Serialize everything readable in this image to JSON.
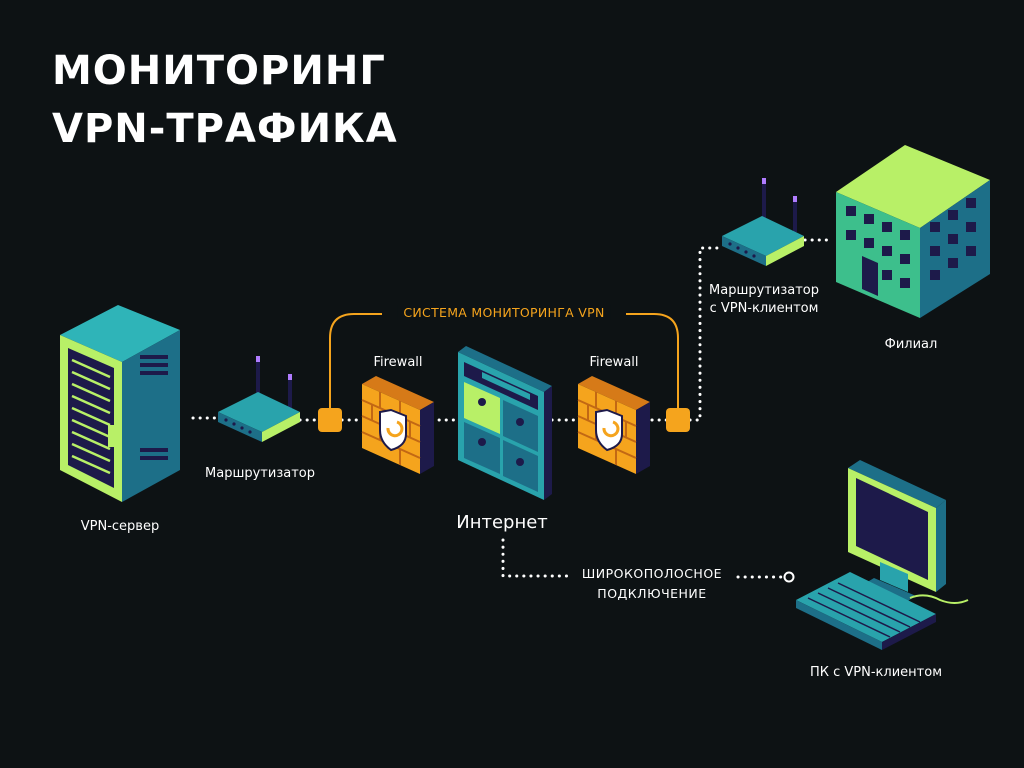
{
  "title": {
    "line1": "МОНИТОРИНГ",
    "line2": "VPN-ТРАФИКА"
  },
  "nodes": {
    "vpn_server": "VPN-сервер",
    "router": "Маршрутизатор",
    "firewall_left": "Firewall",
    "internet": "Интернет",
    "firewall_right": "Firewall",
    "branch_router_line1": "Маршрутизатор",
    "branch_router_line2": "с VPN-клиентом",
    "branch": "Филиал",
    "pc": "ПК с VPN-клиентом"
  },
  "monitoring_label": "СИСТЕМА МОНИТОРИНГА VPN",
  "broadband_line1": "ШИРОКОПОЛОСНОЕ",
  "broadband_line2": "ПОДКЛЮЧЕНИЕ",
  "colors": {
    "background": "#0d1214",
    "accent_orange": "#f5a41d",
    "lime": "#b8f067",
    "teal": "#29a3ac",
    "dark_navy": "#1d1a4a",
    "building_green": "#3dbf8c"
  }
}
